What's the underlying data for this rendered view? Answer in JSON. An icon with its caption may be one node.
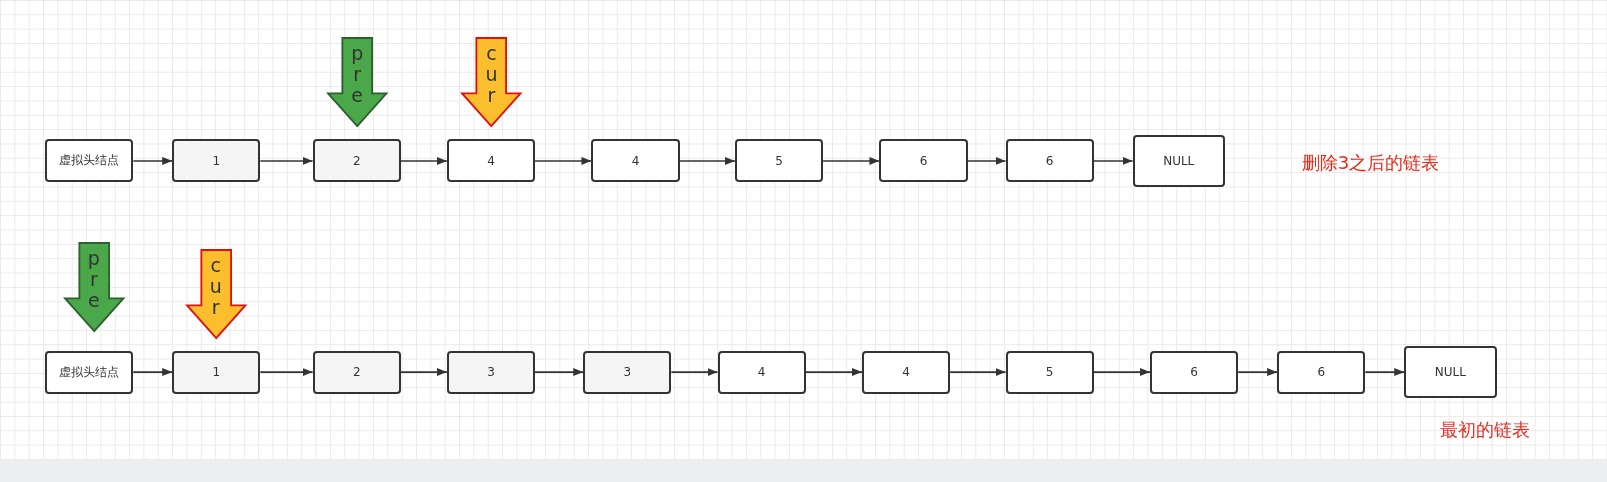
{
  "diagram": {
    "nodes": [
      {
        "text": [
          "pre"
        ]
      },
      {
        "text": [
          "cur"
        ]
      },
      {
        "text": [
          "虚拟头结点"
        ]
      },
      {
        "text": [
          "1"
        ]
      },
      {
        "text": [
          "2"
        ]
      },
      {
        "text": [
          "4"
        ]
      },
      {
        "text": [
          "4"
        ]
      },
      {
        "text": [
          "5"
        ]
      },
      {
        "text": [
          "6"
        ]
      },
      {
        "text": [
          "6"
        ]
      },
      {
        "text": [
          "NULL"
        ]
      },
      {
        "text": [
          "pre"
        ]
      },
      {
        "text": [
          "cur"
        ]
      },
      {
        "text": [
          "虚拟头结点"
        ]
      },
      {
        "text": [
          "1"
        ]
      },
      {
        "text": [
          "2"
        ]
      },
      {
        "text": [
          "3"
        ]
      },
      {
        "text": [
          "3"
        ]
      },
      {
        "text": [
          "4"
        ]
      },
      {
        "text": [
          "4"
        ]
      },
      {
        "text": [
          "5"
        ]
      },
      {
        "text": [
          "6"
        ]
      },
      {
        "text": [
          "6"
        ]
      },
      {
        "text": [
          "NULL"
        ]
      }
    ],
    "edges": [
      {
        "from": 2,
        "to": 3,
        "arrow": "to"
      },
      {
        "from": 3,
        "to": 4,
        "arrow": "to"
      },
      {
        "from": 4,
        "to": 5,
        "arrow": "to"
      },
      {
        "from": 5,
        "to": 6,
        "arrow": "to"
      },
      {
        "from": 6,
        "to": 7,
        "arrow": "to"
      },
      {
        "from": 7,
        "to": 8,
        "arrow": "to"
      },
      {
        "from": 8,
        "to": 9,
        "arrow": "to"
      },
      {
        "from": 9,
        "to": 10,
        "arrow": "to"
      },
      {
        "from": 13,
        "to": 14,
        "arrow": "to"
      },
      {
        "from": 14,
        "to": 15,
        "arrow": "to"
      },
      {
        "from": 15,
        "to": 16,
        "arrow": "to"
      },
      {
        "from": 16,
        "to": 17,
        "arrow": "to"
      },
      {
        "from": 17,
        "to": 18,
        "arrow": "to"
      },
      {
        "from": 18,
        "to": 19,
        "arrow": "to"
      },
      {
        "from": 19,
        "to": 20,
        "arrow": "to"
      },
      {
        "from": 20,
        "to": 21,
        "arrow": "to"
      },
      {
        "from": 21,
        "to": 22,
        "arrow": "to"
      },
      {
        "from": 22,
        "to": 23,
        "arrow": "to"
      }
    ],
    "labels": [
      "删除3之后的链表",
      "最初的链表"
    ]
  }
}
